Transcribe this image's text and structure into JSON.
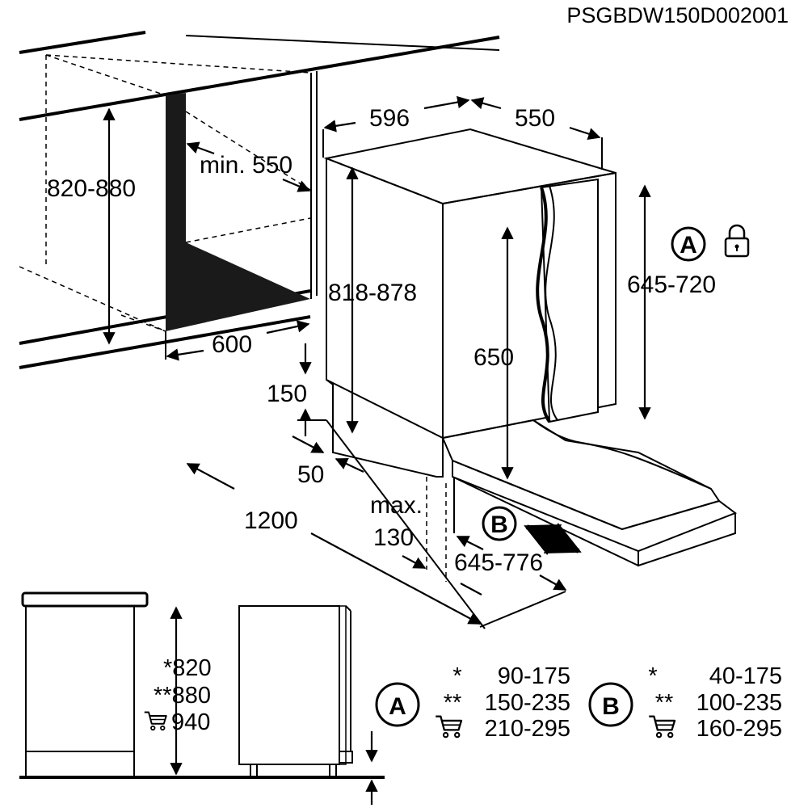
{
  "diagram_code": "PSGBDW150D002001",
  "labels": {
    "niche_height": "820-880",
    "niche_depth": "min. 550",
    "niche_width": "600",
    "width": "596",
    "depth": "550",
    "appliance_height": "818-878",
    "door_height": "645-720",
    "inner_650": "650",
    "plinth_150": "150",
    "plinth_50": "50",
    "door_travel": "1200",
    "max_label": "max.",
    "max_value": "130",
    "b_range": "645-776"
  },
  "badges": {
    "a": "A",
    "b": "B"
  },
  "icons": {
    "lock": "lock-icon",
    "cart": "cart-icon"
  },
  "side_heights": {
    "h1": "*820",
    "h2": "**880",
    "h3": "940"
  },
  "table_a": {
    "badge": "A",
    "rows": [
      {
        "mark": "*",
        "value": "90-175"
      },
      {
        "mark": "**",
        "value": "150-235"
      },
      {
        "mark": "cart",
        "value": "210-295"
      }
    ]
  },
  "table_b": {
    "badge": "B",
    "rows": [
      {
        "mark": "*",
        "value": "40-175"
      },
      {
        "mark": "**",
        "value": "100-235"
      },
      {
        "mark": "cart",
        "value": "160-295"
      }
    ]
  }
}
